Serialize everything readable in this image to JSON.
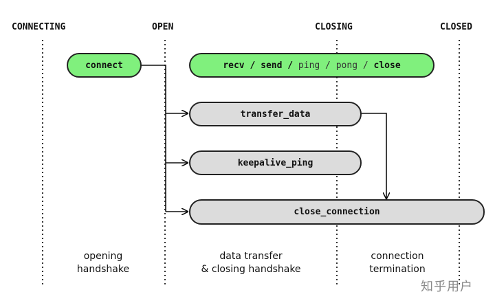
{
  "states": {
    "connecting": "CONNECTING",
    "open": "OPEN",
    "closing": "CLOSING",
    "closed": "CLOSED"
  },
  "nodes": {
    "connect": "connect",
    "api": {
      "recv": "recv",
      "sep1": " / ",
      "send": "send",
      "sep2": " / ",
      "ping": "ping",
      "sep3": " / ",
      "pong": "pong",
      "sep4": " / ",
      "close": "close"
    },
    "transfer_data": "transfer_data",
    "keepalive_ping": "keepalive_ping",
    "close_connection": "close_connection"
  },
  "phases": {
    "opening": [
      "opening",
      "handshake"
    ],
    "data": [
      "data transfer",
      "& closing handshake"
    ],
    "termination": [
      "connection",
      "termination"
    ]
  },
  "watermark": "知乎用户",
  "colors": {
    "green_fill": "#80f07d",
    "gray_fill": "#dcdcdc",
    "stroke": "#222222"
  }
}
